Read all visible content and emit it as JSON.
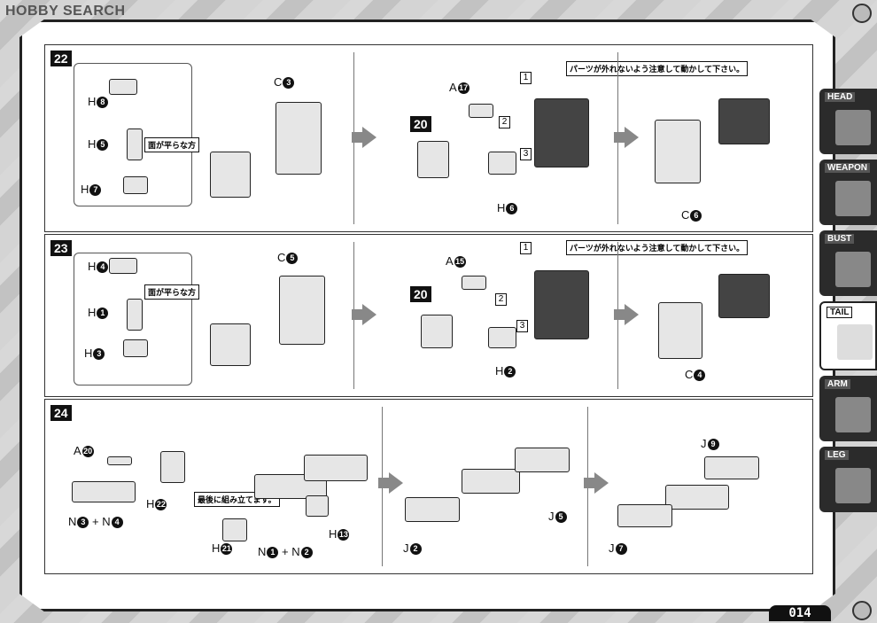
{
  "watermark": "HOBBY SEARCH",
  "page_number": "014",
  "side_tabs": [
    {
      "label": "HEAD",
      "active": false,
      "icon": "head-icon"
    },
    {
      "label": "WEAPON",
      "active": false,
      "icon": "weapon-icon"
    },
    {
      "label": "BUST",
      "active": false,
      "icon": "bust-icon"
    },
    {
      "label": "TAIL",
      "active": true,
      "icon": "tail-icon"
    },
    {
      "label": "ARM",
      "active": false,
      "icon": "arm-icon"
    },
    {
      "label": "LEG",
      "active": false,
      "icon": "leg-icon"
    }
  ],
  "steps": {
    "s22": {
      "num": "22",
      "h8": "H",
      "h5": "H",
      "h7": "H",
      "c3": "C",
      "flat_note": "面が平らな方",
      "a17": "A",
      "part20": "20",
      "h6": "H",
      "caution": "パーツが外れないよう注意して動かして下さい。",
      "c6": "C",
      "n1": "1",
      "n2": "2",
      "n3": "3",
      "c8n": "8",
      "c5n": "5",
      "c7n": "7",
      "c3n": "3",
      "a17n": "17",
      "h6n": "6",
      "c6n": "6"
    },
    "s23": {
      "num": "23",
      "h4": "H",
      "h1": "H",
      "h3": "H",
      "c5": "C",
      "flat_note": "面が平らな方",
      "a15": "A",
      "part20": "20",
      "h2": "H",
      "caution": "パーツが外れないよう注意して動かして下さい。",
      "c4": "C",
      "n1": "1",
      "n2": "2",
      "n3": "3",
      "h4n": "4",
      "h1n": "1",
      "h3n": "3",
      "c5n": "5",
      "a15n": "15",
      "h2n": "2",
      "c4n": "4"
    },
    "s24": {
      "num": "24",
      "a20": "A",
      "h22": "H",
      "n3n4": "N",
      "plus": "+",
      "last_note": "最後に組み立てます。",
      "h21": "H",
      "n1n2": "N",
      "h13": "H",
      "j2": "J",
      "j5": "J",
      "j9": "J",
      "j7": "J",
      "a20n": "20",
      "h22n": "22",
      "n3": "3",
      "n4": "4",
      "h21n": "21",
      "n1": "1",
      "n2": "2",
      "h13n": "13",
      "j2n": "2",
      "j5n": "5",
      "j9n": "9",
      "j7n": "7"
    }
  }
}
